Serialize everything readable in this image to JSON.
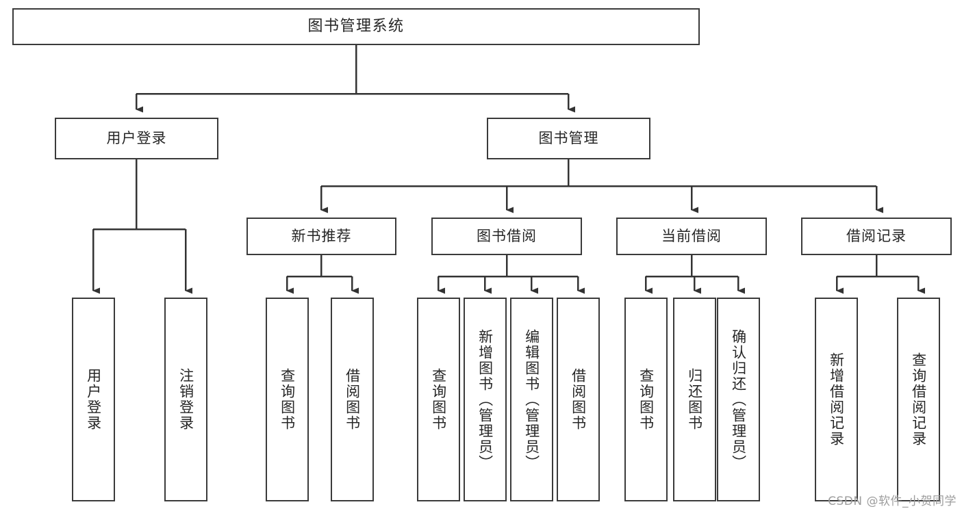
{
  "diagram": {
    "title": "图书管理系统",
    "type": "tree-hierarchy-diagram",
    "watermark": "CSDN @软件_小贺同学",
    "colors": {
      "box_border": "#3a3a3a",
      "box_fill": "#ffffff",
      "connector": "#333333",
      "text": "#262626",
      "watermark": "#9d9d9d",
      "background": "#ffffff"
    }
  },
  "nodes": {
    "root": {
      "label": "图书管理系统"
    },
    "level2": [
      {
        "label": "用户登录"
      },
      {
        "label": "图书管理"
      }
    ],
    "level3": [
      {
        "label": "新书推荐"
      },
      {
        "label": "图书借阅"
      },
      {
        "label": "当前借阅"
      },
      {
        "label": "借阅记录"
      }
    ],
    "leaves": {
      "user_login": [
        {
          "label": "用户登录"
        },
        {
          "label": "注销登录"
        }
      ],
      "new_book_recommend": [
        {
          "label": "查询图书"
        },
        {
          "label": "借阅图书"
        }
      ],
      "book_borrow": [
        {
          "label": "查询图书"
        },
        {
          "label": "新增图书（管理员）"
        },
        {
          "label": "编辑图书（管理员）"
        },
        {
          "label": "借阅图书"
        }
      ],
      "current_borrow": [
        {
          "label": "查询图书"
        },
        {
          "label": "归还图书"
        },
        {
          "label": "确认归还（管理员）"
        }
      ],
      "borrow_records": [
        {
          "label": "新增借阅记录"
        },
        {
          "label": "查询借阅记录"
        }
      ]
    }
  }
}
